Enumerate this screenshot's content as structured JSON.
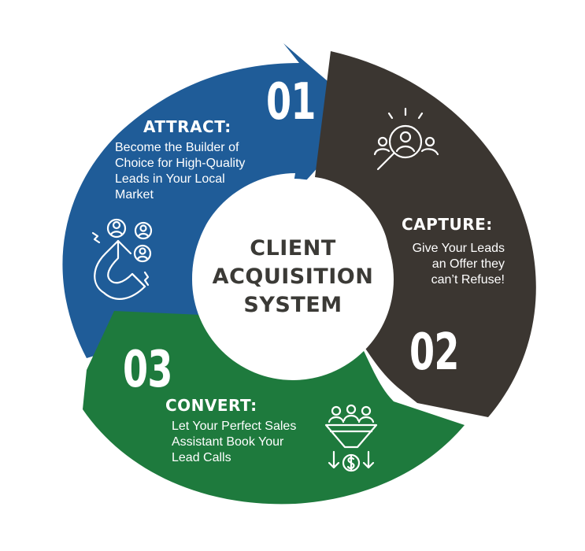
{
  "title": [
    "CLIENT",
    "ACQUISITION",
    "SYSTEM"
  ],
  "colors": {
    "attract": "#1f5c98",
    "capture": "#3b3631",
    "convert": "#1e7a3d",
    "center_text": "#3b3a36",
    "background": "#ffffff"
  },
  "segments": [
    {
      "number": "01",
      "heading": "ATTRACT:",
      "description": [
        "Become the Builder of",
        "Choice for High-Quality",
        "Leads in Your Local",
        "Market"
      ],
      "icon": "magnet-people-icon"
    },
    {
      "number": "02",
      "heading": "CAPTURE:",
      "description": [
        "Give Your Leads",
        "an Offer they",
        "can’t Refuse!"
      ],
      "icon": "magnifier-person-icon"
    },
    {
      "number": "03",
      "heading": "CONVERT:",
      "description": [
        "Let Your Perfect Sales",
        "Assistant Book Your",
        "Lead Calls"
      ],
      "icon": "funnel-dollar-icon"
    }
  ]
}
